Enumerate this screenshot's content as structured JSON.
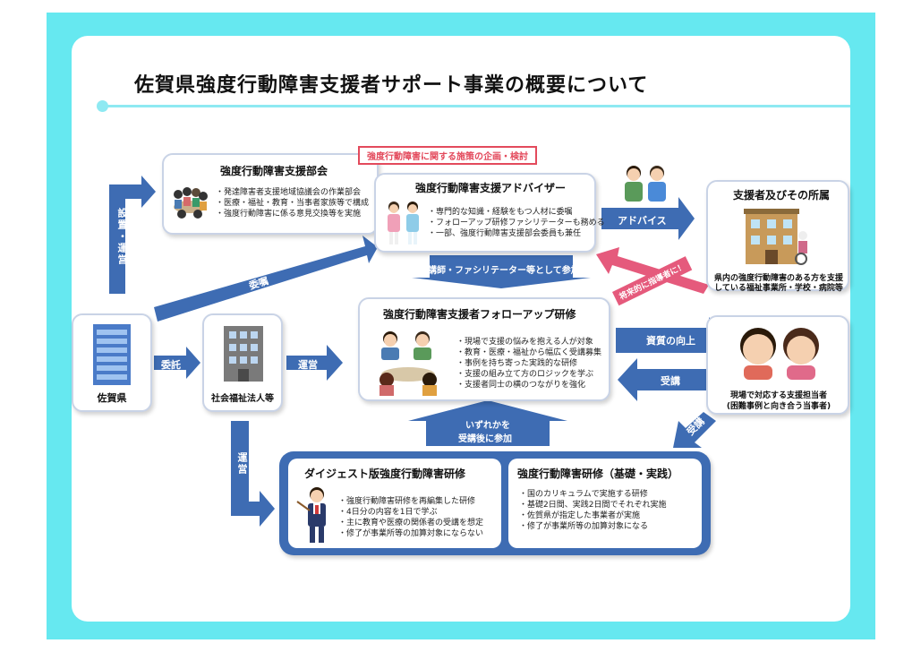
{
  "title": "佐賀県強度行動障害支援者サポート事業の概要について",
  "colors": {
    "frame": "#66e8f0",
    "arrow": "#3e6cb3",
    "accent_red": "#e34a5c",
    "accent_pink": "#e55a7c"
  },
  "kaigi": {
    "title": "強度行動障害支援部会",
    "items": [
      "・発達障害者支援地域協議会の作業部会",
      "・医療・福祉・教育・当事者家族等で構成",
      "・強度行動障害に係る意見交換等を実施"
    ]
  },
  "planning_tag": "強度行動障害に関する施策の企画・検討",
  "adviser": {
    "title": "強度行動障害支援アドバイザー",
    "items": [
      "・専門的な知識・経験をもつ人材に委嘱",
      "・フォローアップ研修ファシリテーターも務める",
      "・一部、強度行動障害支援部会委員も兼任"
    ]
  },
  "supporters": {
    "title": "支援者及びその所属",
    "caption1": "県内の強度行動障害のある方を支援",
    "caption2": "している福祉事業所・学校・病院等"
  },
  "frontline": {
    "caption1": "現場で対応する支援担当者",
    "caption2": "(困難事例と向き合う当事者)"
  },
  "followup": {
    "title": "強度行動障害支援者フォローアップ研修",
    "items": [
      "・現場で支援の悩みを抱える人が対象",
      "・教育・医療・福祉から幅広く受講募集",
      "・事例を持ち寄った実践的な研修",
      "・支援の組み立て方のロジックを学ぶ",
      "・支援者同士の横のつながりを強化"
    ]
  },
  "saga": {
    "label": "佐賀県"
  },
  "corp": {
    "label": "社会福祉法人等"
  },
  "digest": {
    "title": "ダイジェスト版強度行動障害研修",
    "items": [
      "・強度行動障害研修を再編集した研修",
      "・4日分の内容を1日で学ぶ",
      "・主に教育や医療の関係者の受講を想定",
      "・修了が事業所等の加算対象にならない"
    ]
  },
  "basic": {
    "title": "強度行動障害研修（基礎・実践）",
    "items": [
      "・国のカリキュラムで実施する研修",
      "・基礎2日間、実践2日間でそれぞれ実施",
      "・佐賀県が指定した事業者が実施",
      "・修了が事業所等の加算対象になる"
    ]
  },
  "arrows": {
    "setchi": "設置・運営",
    "ishoku": "委嘱",
    "itaku": "委託",
    "unei1": "運営",
    "unei2": "運営",
    "advice": "アドバイス",
    "koshi": "講師・ファシリテーター等として参加",
    "shiryoku": "将来的に指導者に！",
    "shishitsu": "資質の向上",
    "jukou1": "受講",
    "jukou2": "受講",
    "izureka1": "いずれかを",
    "izureka2": "受講後に参加"
  }
}
